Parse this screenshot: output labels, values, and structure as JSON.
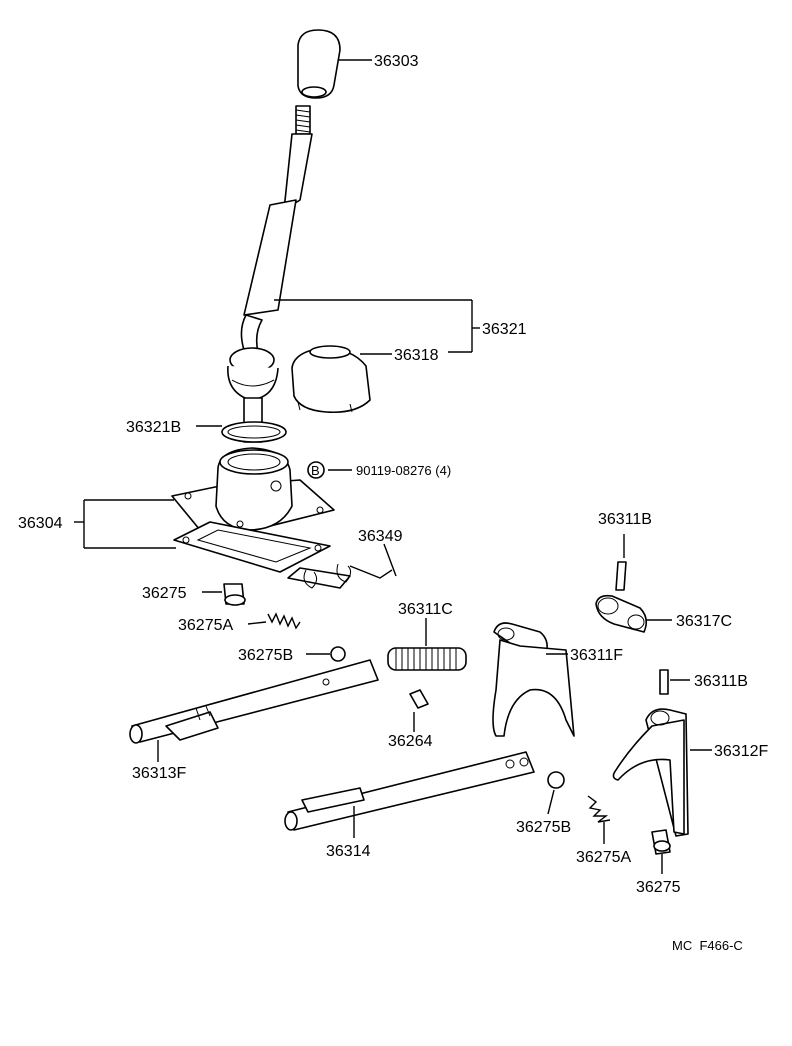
{
  "diagram_code": "MC  F466-C",
  "labels": {
    "p36303": "36303",
    "p36321": "36321",
    "p36318": "36318",
    "p36321B": "36321B",
    "bolt_symbol": "B",
    "p90119": "90119-08276 (4)",
    "p36304": "36304",
    "p36349": "36349",
    "p36275_top": "36275",
    "p36275A_top": "36275A",
    "p36275B_top": "36275B",
    "p36311C": "36311C",
    "p36311B_top": "36311B",
    "p36317C": "36317C",
    "p36311F": "36311F",
    "p36311B_right": "36311B",
    "p36312F": "36312F",
    "p36313F": "36313F",
    "p36264": "36264",
    "p36314": "36314",
    "p36275B_bottom": "36275B",
    "p36275A_bottom": "36275A",
    "p36275_bottom": "36275"
  }
}
